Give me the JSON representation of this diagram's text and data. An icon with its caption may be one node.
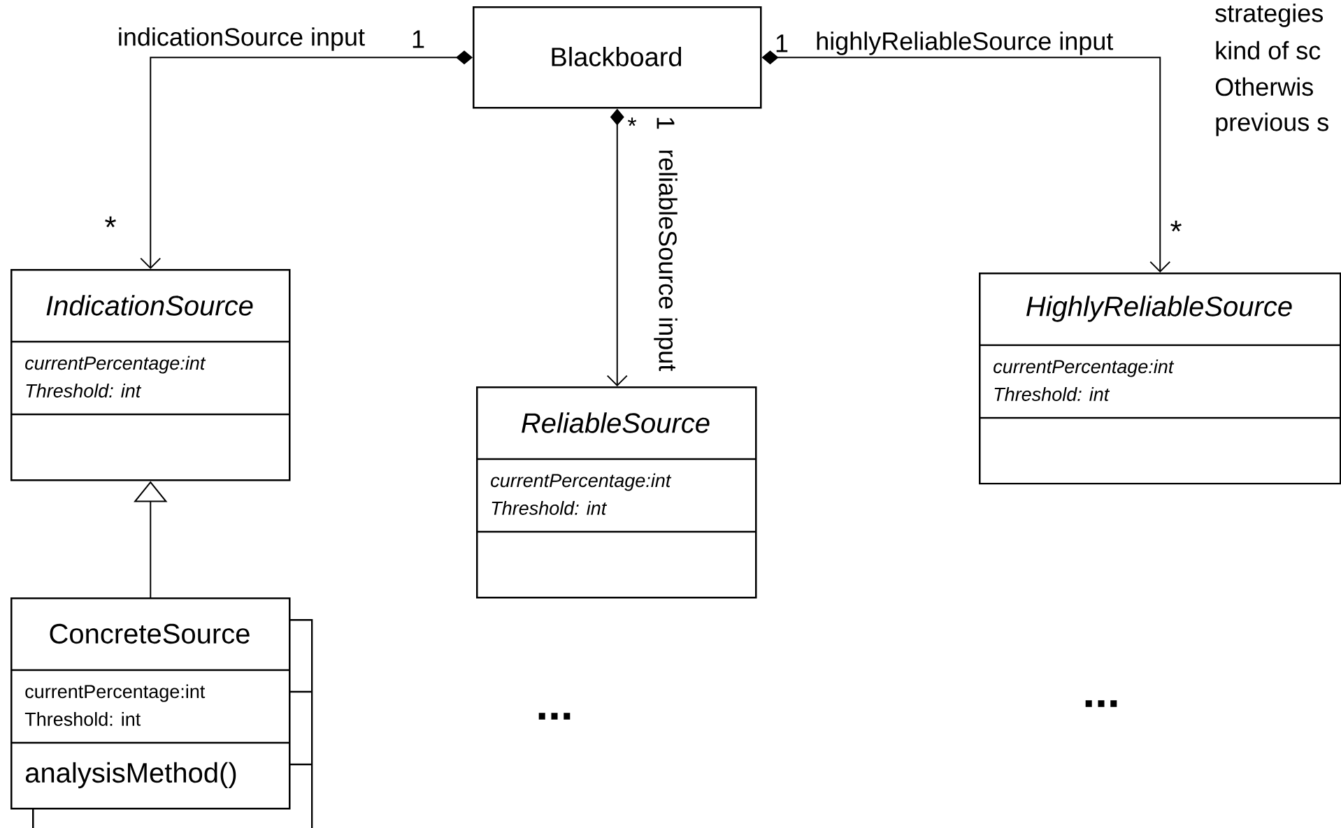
{
  "diagram": {
    "nodes": [
      {
        "text": [
          "Blackboard"
        ]
      },
      {
        "text": [
          "IndicationSource",
          "currentPercentage:int",
          "Threshold: int"
        ]
      },
      {
        "text": [
          "ReliableSource",
          "currentPercentage:int",
          "Threshold: int"
        ]
      },
      {
        "text": [
          "HighlyReliableSource",
          "currentPercentage:int",
          "Threshold: int"
        ]
      },
      {
        "text": [
          "ConcreteSource",
          "currentPercentage:int",
          "Threshold: int",
          "analysisMethod()"
        ]
      },
      {
        "text": [],
        "shape": "box"
      }
    ],
    "edges": [
      {
        "from": 0,
        "to": 1,
        "arrow": "to",
        "label": "indicationSource input"
      },
      {
        "from": 0,
        "to": 2,
        "arrow": "to",
        "label": "reliableSource input"
      },
      {
        "from": 0,
        "to": 3,
        "arrow": "to",
        "label": "highlyReliableSource input"
      },
      {
        "from": 4,
        "to": 1,
        "arrow": "to"
      }
    ],
    "labels": [
      "1",
      "1",
      "strategies",
      "kind of sc",
      "Otherwis",
      "previous s",
      "*",
      "1",
      "*",
      "*",
      "...",
      "..."
    ]
  }
}
